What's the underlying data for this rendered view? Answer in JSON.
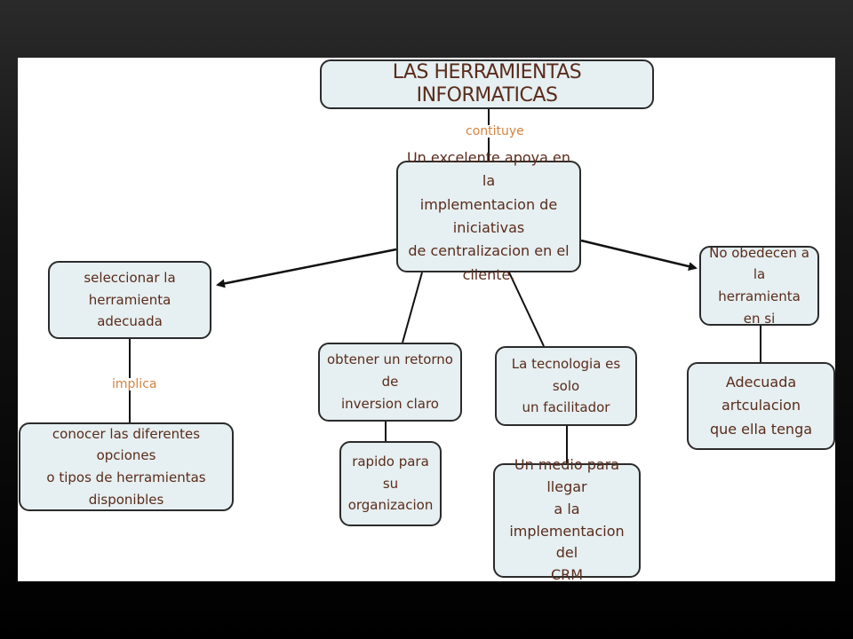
{
  "map": {
    "title": "LAS HERRAMIENTAS INFORMATICAS",
    "link_constituye": "contituye",
    "center": "Un excelente apoya en la\nimplementacion de iniciativas\nde centralizacion en el cliente.",
    "left": "seleccionar la herramienta\nadecuada",
    "link_implica": "implica",
    "left_sub": "conocer las diferentes opciones\no tipos de herramientas disponibles",
    "mid1": "obtener un retorno de\ninversion claro",
    "mid1_sub": "rapido para su\norganizacion",
    "mid2": "La tecnologia es solo\nun facilitador",
    "mid2_sub": "Un medio para llegar\na la implementacion del\nCRM",
    "right": "No obedecen a la\nherramienta en si",
    "right_sub": "Adecuada artculacion\nque ella tenga"
  },
  "colors": {
    "node_fill": "#e6eff1",
    "node_border": "#2b2b2b",
    "node_text": "#5a2c1c",
    "link_label": "#d48340"
  }
}
